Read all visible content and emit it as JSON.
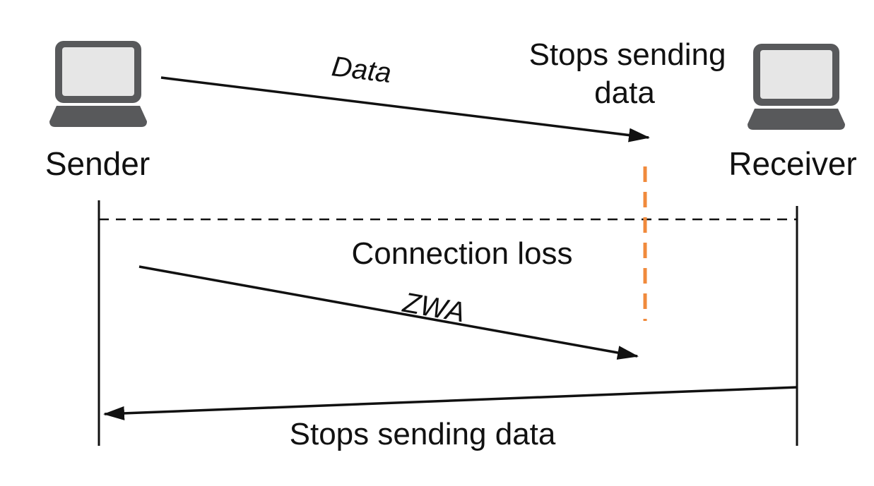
{
  "diagram": {
    "sender": {
      "label": "Sender",
      "icon": "laptop-icon"
    },
    "receiver": {
      "label": "Receiver",
      "icon": "laptop-icon"
    },
    "messages": {
      "data": "Data",
      "zwa": "ZWA",
      "stops_sending_reply": "Stops sending data"
    },
    "annotations": {
      "stops_sending_line1": "Stops sending",
      "stops_sending_line2": "data",
      "connection_loss": "Connection loss"
    },
    "colors": {
      "ink": "#111111",
      "laptop": "#58595b",
      "screen": "#e6e6e6",
      "stop_marker": "#f08a3c",
      "dashed": "#111111"
    }
  }
}
